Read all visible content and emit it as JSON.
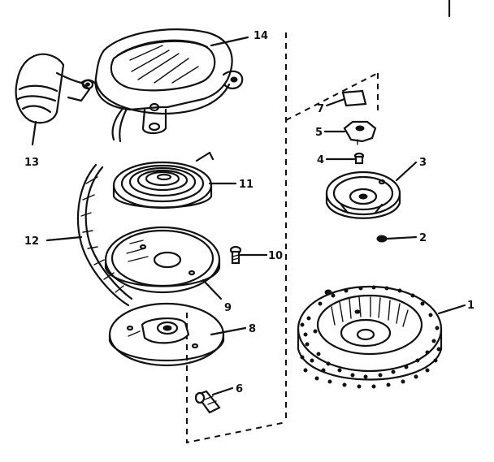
{
  "diagram": {
    "parts": [
      {
        "id": "1",
        "label": "1"
      },
      {
        "id": "2",
        "label": "2"
      },
      {
        "id": "3",
        "label": "3"
      },
      {
        "id": "4",
        "label": "4"
      },
      {
        "id": "5",
        "label": "5"
      },
      {
        "id": "6",
        "label": "6"
      },
      {
        "id": "7",
        "label": "7"
      },
      {
        "id": "8",
        "label": "8"
      },
      {
        "id": "9",
        "label": "9"
      },
      {
        "id": "10",
        "label": "10"
      },
      {
        "id": "11",
        "label": "11"
      },
      {
        "id": "12",
        "label": "12"
      },
      {
        "id": "13",
        "label": "13"
      },
      {
        "id": "14",
        "label": "14"
      }
    ]
  }
}
